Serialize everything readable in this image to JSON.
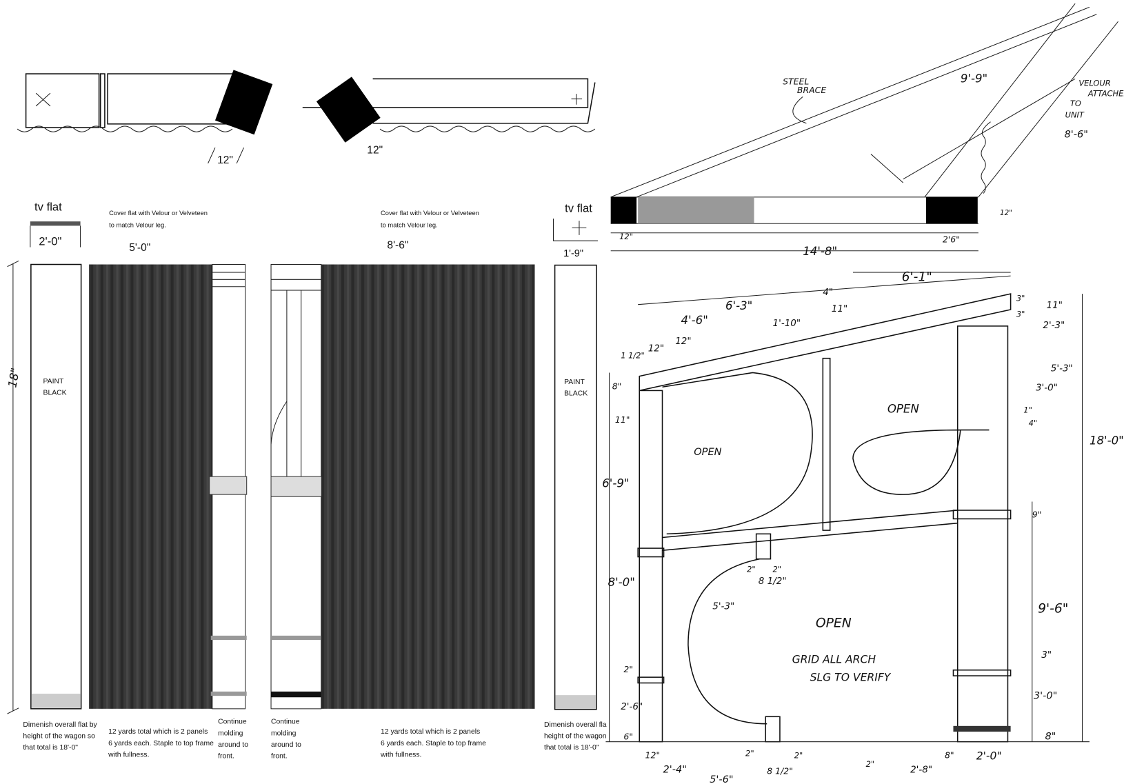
{
  "top_sketches": {
    "left_dim": "12\"",
    "right_dim": "12\""
  },
  "left_flat": {
    "title": "tv flat",
    "width": "2'-0\"",
    "height": "18\"",
    "paint": [
      "PAINT",
      "BLACK"
    ],
    "note": [
      "Dimenish overall flat by",
      "height of the wagon so",
      "that total is 18'-0\""
    ]
  },
  "curtain_a": {
    "cover_note": [
      "Cover flat with Velour or Velveteen",
      "to match Velour leg."
    ],
    "width": "5'-0\"",
    "note": [
      "12 yards total which is 2 panels",
      "6 yards each.  Staple to top frame",
      "with fullness."
    ]
  },
  "molding_a": {
    "note": [
      "Continue",
      "molding",
      "around to",
      "front."
    ]
  },
  "molding_b": {
    "note": [
      "Continue",
      "molding",
      "around to",
      "front."
    ]
  },
  "curtain_b": {
    "cover_note": [
      "Cover flat with Velour or Velveteen",
      "to match Velour leg."
    ],
    "width": "8'-6\"",
    "note": [
      "12 yards total which is 2 panels",
      "6 yards each.  Staple to top frame",
      "with fullness."
    ]
  },
  "right_flat": {
    "title": "tv flat",
    "width": "1'-9\"",
    "paint": [
      "PAINT",
      "BLACK"
    ],
    "note": [
      "Dimenish overall fla",
      "height of the wagon",
      "that total is 18'-0\""
    ]
  },
  "plan_view": {
    "labels": [
      "STEEL",
      "BRACE",
      "VELOUR",
      "ATTACHED",
      "TO",
      "UNIT"
    ],
    "dims": [
      "9'-9\"",
      "8'-6\"",
      "12\"",
      "12\"",
      "2'6\"",
      "14'-8\""
    ]
  },
  "elevation": {
    "open_labels": [
      "OPEN",
      "OPEN",
      "OPEN"
    ],
    "note": [
      "GRID ALL ARCH",
      "SLG TO VERIFY"
    ],
    "dims_top": [
      "6'-1\"",
      "6'-3\"",
      "4'-6\"",
      "4\"",
      "11\"",
      "1'-10\"",
      "12\"",
      "12\"",
      "1 1/2\""
    ],
    "dims_right": [
      "3\"",
      "11\"",
      "3\"",
      "2'-3\"",
      "5'-3\"",
      "3'-0\"",
      "1\"",
      "4\"",
      "18'-0\"",
      "9\"",
      "9'-6\"",
      "3\"",
      "3'-0\"",
      "8\""
    ],
    "dims_left": [
      "8\"",
      "11\"",
      "6'-9\"",
      "8'-0\"",
      "2\"",
      "2'-6\"",
      "6\""
    ],
    "dims_mid": [
      "2\"",
      "2\"",
      "8 1/2\"",
      "5'-3\""
    ],
    "dims_bottom": [
      "12\"",
      "2'-4\"",
      "5'-6\"",
      "2\"",
      "2\"",
      "8 1/2\"",
      "2\"",
      "2'-8\"",
      "8\"",
      "2'-0\""
    ]
  }
}
